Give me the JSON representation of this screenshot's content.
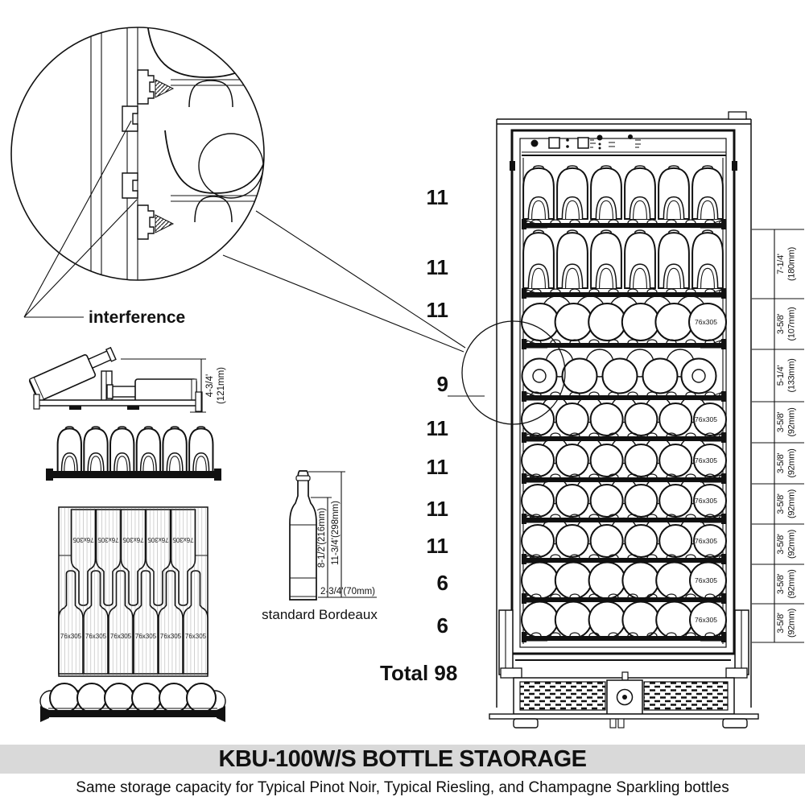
{
  "detail_view": {
    "label": "interference"
  },
  "tilted_shelf": {
    "height_in": "4-3/4'",
    "height_mm": "(121mm)"
  },
  "bordeaux": {
    "body_height": "8-1/2'(216mm)",
    "total_height": "11-3/4'(298mm)",
    "diameter": "2-3/4'(70mm)",
    "caption": "standard Bordeaux"
  },
  "bottle_size_label": "76x305",
  "row_counts": [
    "11",
    "11",
    "11",
    "9",
    "11",
    "11",
    "11",
    "11",
    "6",
    "6"
  ],
  "total_label": "Total 98",
  "shelf_dims": [
    {
      "inches": "7-1/4'",
      "mm": "(180mm)"
    },
    {
      "inches": "3-5/8'",
      "mm": "(107mm)"
    },
    {
      "inches": "5-1/4'",
      "mm": "(133mm)"
    },
    {
      "inches": "3-5/8'",
      "mm": "(92mm)"
    },
    {
      "inches": "3-5/8'",
      "mm": "(92mm)"
    },
    {
      "inches": "3-5/8'",
      "mm": "(92mm)"
    },
    {
      "inches": "3-5/8'",
      "mm": "(92mm)"
    },
    {
      "inches": "3-5/8'",
      "mm": "(92mm)"
    },
    {
      "inches": "3-5/8'",
      "mm": "(92mm)"
    }
  ],
  "footer": {
    "title": "KBU-100W/S BOTTLE STAORAGE",
    "subtitle": "Same storage capacity for Typical Pinot Noir, Typical Riesling, and Champagne Sparkling bottles"
  }
}
